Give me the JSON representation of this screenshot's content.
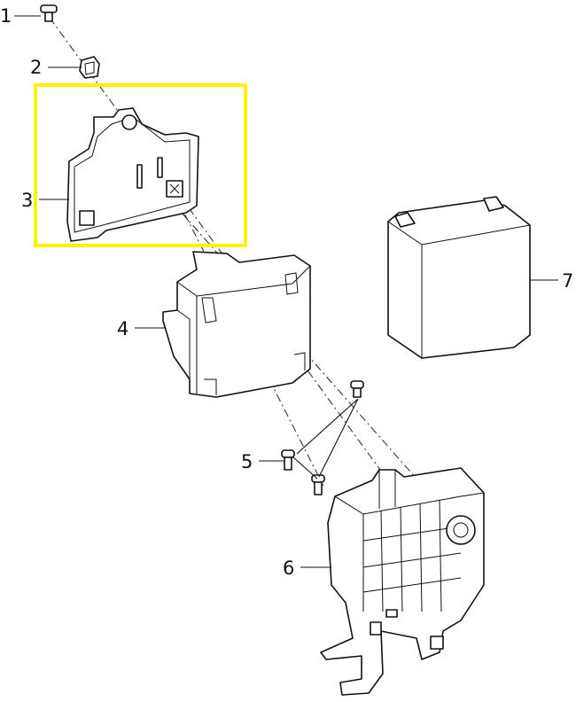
{
  "diagram": {
    "highlight_color": "#FFF200",
    "highlighted_part": "3",
    "callouts": [
      {
        "id": "1",
        "label": "1"
      },
      {
        "id": "2",
        "label": "2"
      },
      {
        "id": "3",
        "label": "3"
      },
      {
        "id": "4",
        "label": "4"
      },
      {
        "id": "5",
        "label": "5"
      },
      {
        "id": "6",
        "label": "6"
      },
      {
        "id": "7",
        "label": "7"
      }
    ]
  }
}
